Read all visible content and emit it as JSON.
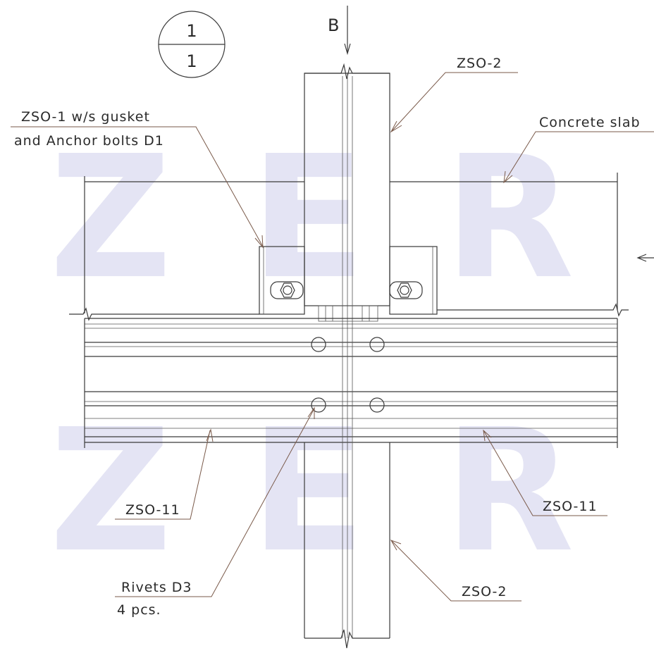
{
  "watermark": "ZER",
  "section_symbol": {
    "top": "1",
    "bottom": "1"
  },
  "view_marker": "B",
  "callouts": {
    "zso2_top": "ZSO-2",
    "concrete_slab": "Concrete slab",
    "zso1_line1": "ZSO-1 w/s gusket",
    "zso1_line2": "and Anchor bolts D1",
    "zso11_left": "ZSO-11",
    "zso11_right": "ZSO-11",
    "rivets_line1": "Rivets D3",
    "rivets_line2": "4 pcs.",
    "zso2_bottom": "ZSO-2"
  }
}
